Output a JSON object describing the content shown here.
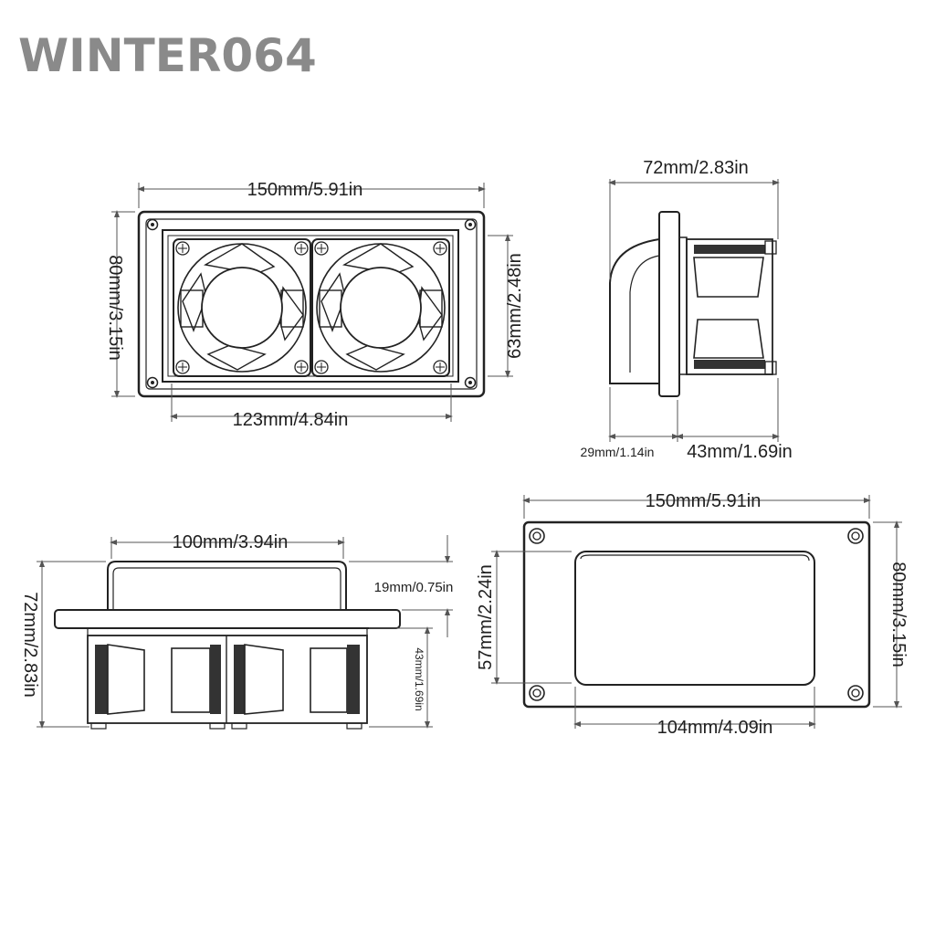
{
  "watermark": "WINTER064",
  "views": {
    "front": {
      "width_label": "150mm/5.91in",
      "height_label": "80mm/3.15in",
      "inner_height_label": "63mm/2.48in",
      "fan_span_label": "123mm/4.84in"
    },
    "side": {
      "depth_label": "72mm/2.83in",
      "front_depth_label": "29mm/1.14in",
      "rear_depth_label": "43mm/1.69in"
    },
    "bottom": {
      "grill_width_label": "100mm/3.94in",
      "grill_height_label": "19mm/0.75in",
      "total_height_label": "72mm/2.83in",
      "fan_depth_label": "43mm/1.69in"
    },
    "back": {
      "width_label": "150mm/5.91in",
      "height_label": "80mm/3.15in",
      "opening_height_label": "57mm/2.24in",
      "opening_width_label": "104mm/4.09in"
    }
  }
}
